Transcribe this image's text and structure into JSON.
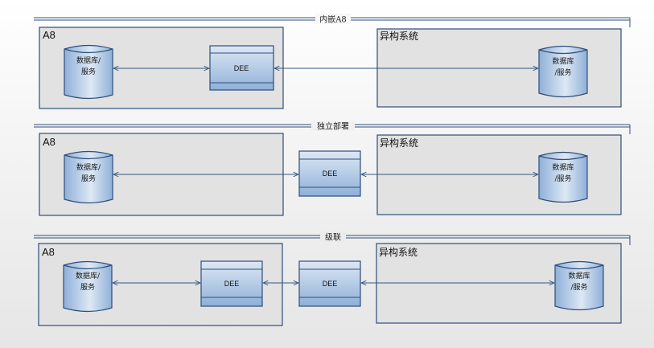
{
  "colors": {
    "stroke": "#2f4e7b",
    "container_fill": "#e2e2e2",
    "node_fill_top": "#dde8f4",
    "node_fill_bottom": "#8fb0d8",
    "connector": "#35577f"
  },
  "sections": [
    {
      "title": "内嵌A8",
      "left_container": {
        "title": "A8"
      },
      "right_container": {
        "title": "异构系统"
      },
      "left_db": {
        "line1": "数据库/",
        "line2": "服务"
      },
      "right_db": {
        "line1": "数据库",
        "line2": "/服务"
      },
      "dee_nodes": [
        "DEE"
      ]
    },
    {
      "title": "独立部署",
      "left_container": {
        "title": "A8"
      },
      "right_container": {
        "title": "异构系统"
      },
      "left_db": {
        "line1": "数据库/",
        "line2": "服务"
      },
      "right_db": {
        "line1": "数据库",
        "line2": "/服务"
      },
      "dee_nodes": [
        "DEE"
      ]
    },
    {
      "title": "级联",
      "left_container": {
        "title": "A8"
      },
      "right_container": {
        "title": "异构系统"
      },
      "left_db": {
        "line1": "数据库/",
        "line2": "服务"
      },
      "right_db": {
        "line1": "数据库",
        "line2": "/服务"
      },
      "dee_nodes": [
        "DEE",
        "DEE"
      ]
    }
  ]
}
